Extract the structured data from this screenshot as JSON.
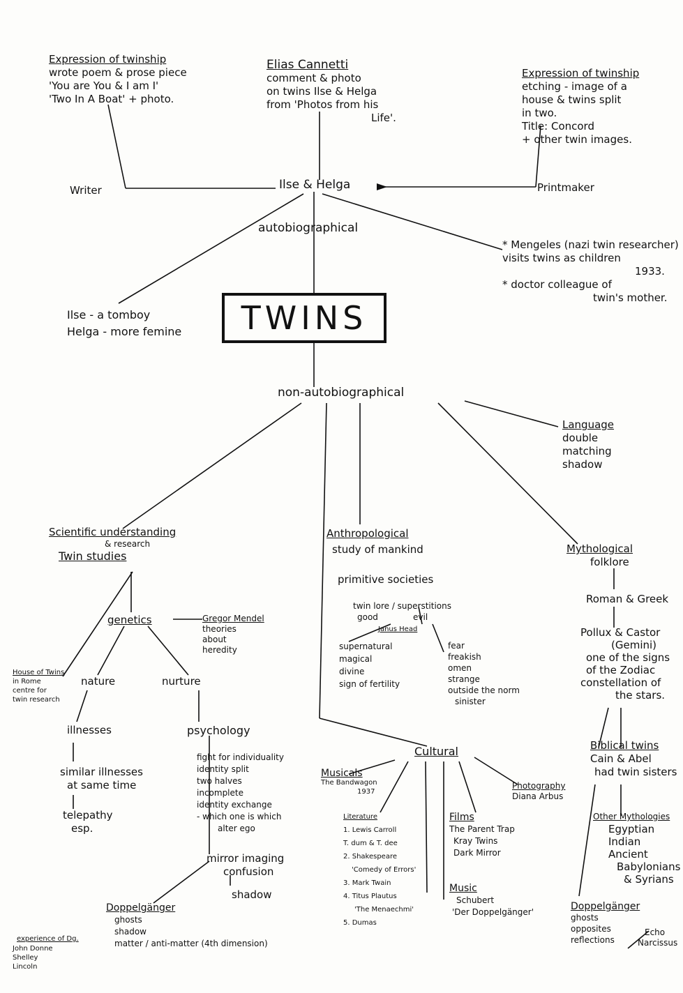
{
  "center": "TWINS",
  "ilse_helga": "Ilse & Helga",
  "autobiographical": "autobiographical",
  "non_autobiographical": "non-autobiographical",
  "writer": "Writer",
  "printmaker": "Printmaker",
  "expr_left": {
    "title": "Expression of twinship",
    "lines": [
      "wrote poem & prose piece",
      "'You are You & I am I'",
      "'Two In A Boat' + photo."
    ]
  },
  "canetti": {
    "title": "Elias Cannetti",
    "lines": [
      "comment & photo",
      "on twins Ilse & Helga",
      "from 'Photos from his",
      "Life'."
    ]
  },
  "expr_right": {
    "title": "Expression of twinship",
    "lines": [
      "etching - image of a",
      "house & twins split",
      "in two.",
      "Title: Concord",
      "+ other twin images."
    ]
  },
  "tomboy": [
    "Ilse - a tomboy",
    "Helga - more femine"
  ],
  "mengeles": {
    "title": "* Mengeles (nazi twin researcher)",
    "lines": [
      "visits twins as children",
      "1933.",
      "* doctor colleague of",
      "twin's mother."
    ]
  },
  "language": {
    "title": "Language",
    "lines": [
      "double",
      "matching",
      "shadow"
    ]
  },
  "scientific": {
    "title": "Scientific understanding",
    "sub": "& research",
    "twin_studies": "Twin studies"
  },
  "genetics": "genetics",
  "mendel": {
    "title": "Gregor Mendel",
    "lines": [
      "theories",
      "about",
      "heredity"
    ]
  },
  "house_of_twins": {
    "title": "House of Twins",
    "lines": [
      "in Rome",
      "centre for",
      "twin research"
    ]
  },
  "nature": "nature",
  "nurture": "nurture",
  "illnesses": "illnesses",
  "similar_illnesses": [
    "similar illnesses",
    "at same time"
  ],
  "telepathy": [
    "telepathy",
    "esp."
  ],
  "psychology": "psychology",
  "psych_lines": [
    "fight for individuality",
    "identity split",
    "two halves",
    "incomplete",
    "identity exchange",
    "- which one is which",
    "alter ego"
  ],
  "mirror": [
    "mirror imaging",
    "confusion"
  ],
  "shadow": "shadow",
  "doppel_left": {
    "title": "Doppelgänger",
    "lines": [
      "ghosts",
      "shadow",
      "matter / anti-matter (4th dimension)"
    ]
  },
  "experience_dg": "experience of Dg.",
  "experience_names": [
    "John Donne",
    "Shelley",
    "Lincoln"
  ],
  "anthropological": {
    "title": "Anthropological",
    "sub": "study of mankind"
  },
  "primitive": "primitive societies",
  "twin_lore": "twin lore / superstitions",
  "good_evil": {
    "good": "good",
    "evil": "evil"
  },
  "janus": "Janus Head",
  "good_list": [
    "supernatural",
    "magical",
    "divine",
    "sign of fertility"
  ],
  "evil_list": [
    "fear",
    "freakish",
    "omen",
    "strange",
    "outside the norm",
    "sinister"
  ],
  "mythological": {
    "title": "Mythological",
    "sub": "folklore"
  },
  "roman_greek": "Roman & Greek",
  "pollux": [
    "Pollux & Castor",
    "(Gemini)",
    "one of the signs",
    "of the Zodiac",
    "constellation of",
    "the stars."
  ],
  "biblical": {
    "title": "Biblical twins",
    "lines": [
      "Cain & Abel",
      "had twin sisters"
    ]
  },
  "other_myth": {
    "title": "Other Mythologies",
    "lines": [
      "Egyptian",
      "Indian",
      "Ancient",
      "Babylonians",
      "& Syrians"
    ]
  },
  "doppel_right": {
    "title": "Doppelgänger",
    "lines": [
      "ghosts",
      "opposites",
      "reflections"
    ]
  },
  "echo": [
    "Echo",
    "Narcissus"
  ],
  "cultural": "Cultural",
  "musicals": {
    "title": "Musicals",
    "lines": [
      "The Bandwagon",
      "1937"
    ]
  },
  "literature": {
    "title": "Literature",
    "lines": [
      "1. Lewis Carroll",
      "T. dum & T. dee",
      "2. Shakespeare",
      "'Comedy of Errors'",
      "3. Mark Twain",
      "4. Titus Plautus",
      "'The Menaechmi'",
      "5. Dumas"
    ]
  },
  "films": {
    "title": "Films",
    "lines": [
      "The Parent Trap",
      "Kray Twins",
      "Dark Mirror"
    ]
  },
  "music": {
    "title": "Music",
    "lines": [
      "Schubert",
      "'Der Doppelgänger'"
    ]
  },
  "photography": {
    "title": "Photography",
    "lines": [
      "Diana Arbus"
    ]
  }
}
